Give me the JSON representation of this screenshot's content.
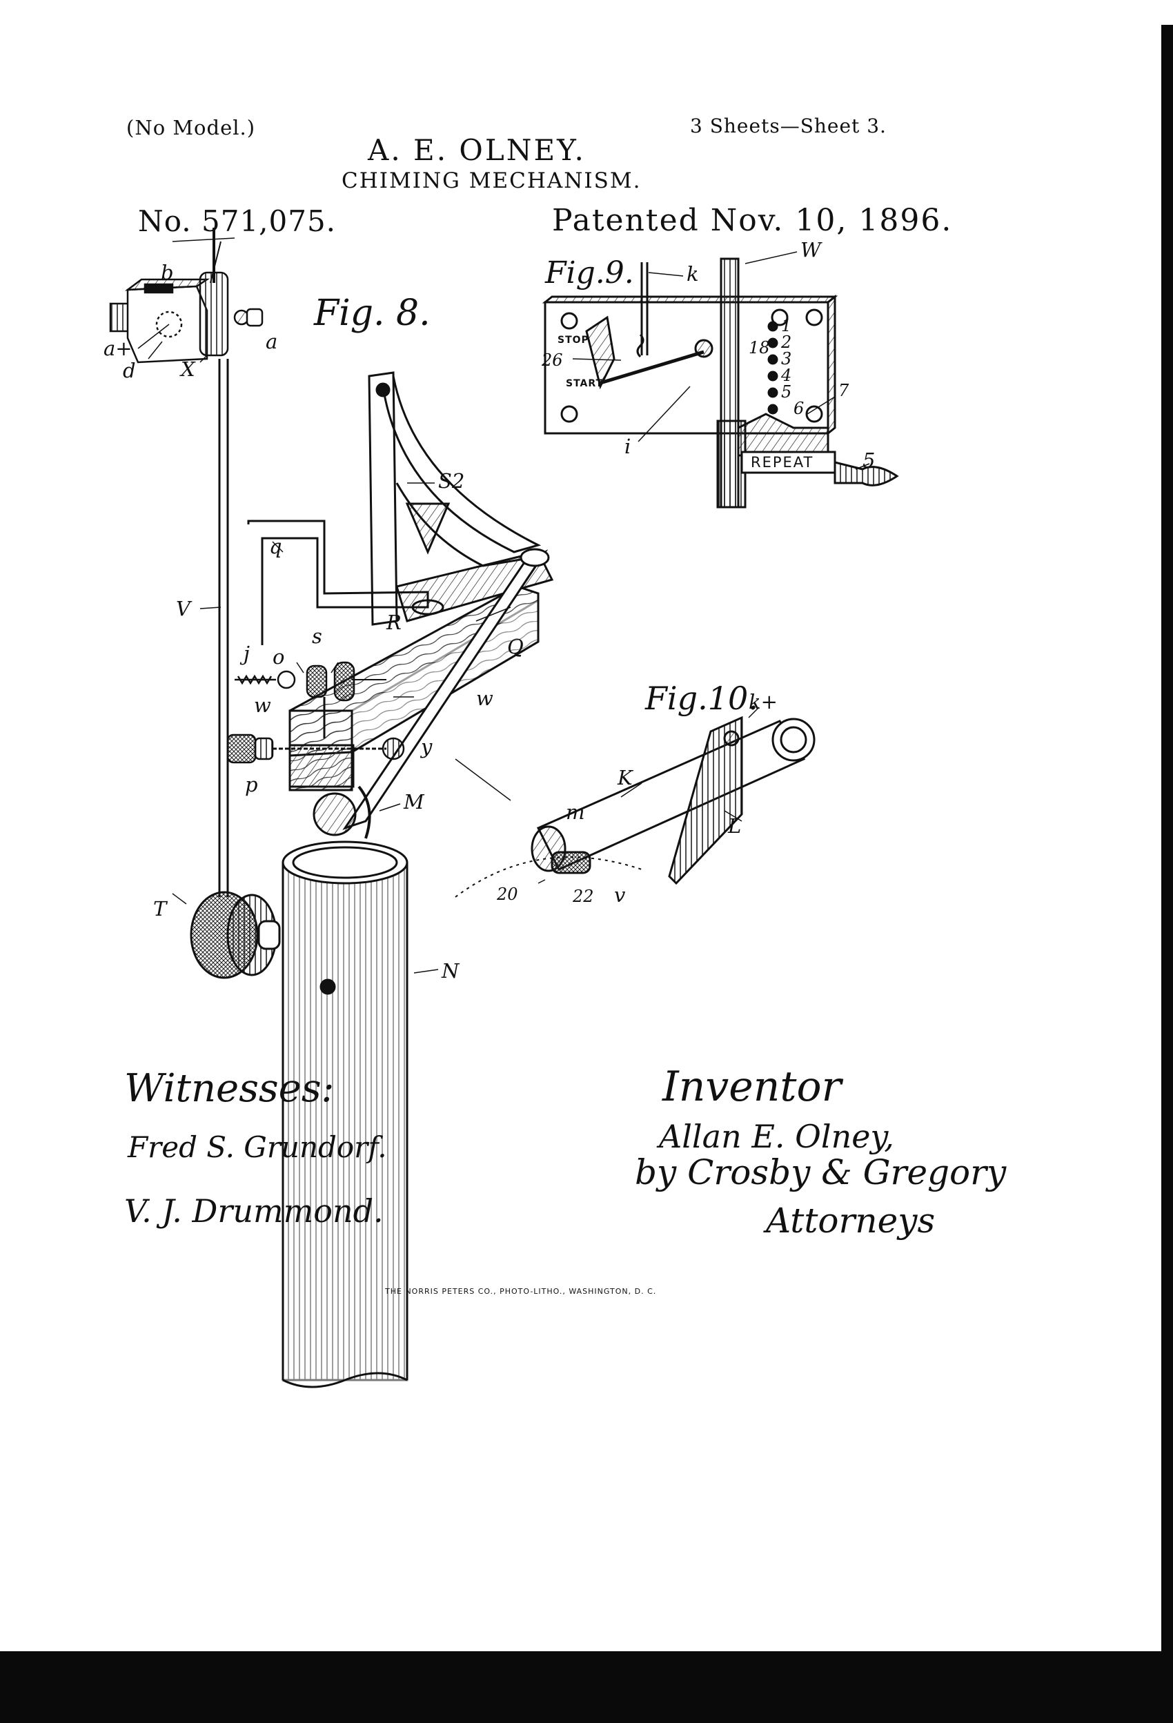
{
  "header": {
    "no_model": "(No Model.)",
    "sheets": "3 Sheets—Sheet 3.",
    "inventor": "A. E. OLNEY.",
    "title": "CHIMING MECHANISM.",
    "patent_no": "No. 571,075.",
    "patented": "Patented Nov. 10, 1896."
  },
  "figures": {
    "fig8": "Fig. 8.",
    "fig9": "Fig.9.",
    "fig10": "Fig.10."
  },
  "plates": {
    "stop": "STOP",
    "start": "START",
    "repeat": "REPEAT",
    "numbers": [
      "1",
      "2",
      "3",
      "4",
      "5",
      "6"
    ]
  },
  "reference_letters": {
    "b": "b",
    "a_plus": "a+",
    "a": "a",
    "d": "d",
    "x": "X",
    "v": "V",
    "s2": "S2",
    "q": "q",
    "r": "R",
    "s": "s",
    "o": "o",
    "big_q": "Q",
    "j": "j",
    "w": "w",
    "w2": "w",
    "p": "p",
    "y": "y",
    "m": "M",
    "t": "T",
    "n": "N",
    "k": "k",
    "w_fig9": "W",
    "n26": "26",
    "n18": "18",
    "i": "i",
    "n7": "7",
    "n5": "5",
    "k_plus": "k+",
    "big_k": "K",
    "l": "L",
    "m_small": "m",
    "n20": "20",
    "n22": "22",
    "v_small": "v"
  },
  "signatures": {
    "witnesses_label": "Witnesses:",
    "witness1": "Fred S. Grundorf.",
    "witness2": "V. J. Drummond.",
    "inventor_label": "Inventor",
    "inventor_name": "Allan E. Olney,",
    "attorney_firm": "by Crosby & Gregory",
    "attorneys_label": "Attorneys"
  },
  "printer": "THE NORRIS PETERS CO., PHOTO-LITHO., WASHINGTON, D. C."
}
